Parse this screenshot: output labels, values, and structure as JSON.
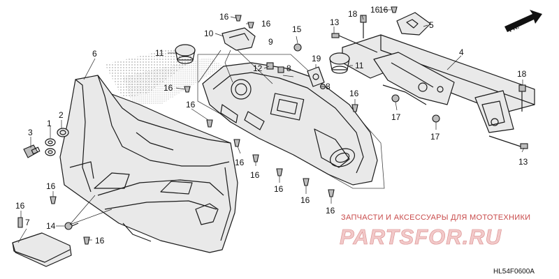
{
  "callouts": [
    {
      "label": "1"
    },
    {
      "label": "2"
    },
    {
      "label": "3"
    },
    {
      "label": "4"
    },
    {
      "label": "5"
    },
    {
      "label": "6"
    },
    {
      "label": "7"
    },
    {
      "label": "8"
    },
    {
      "label": "8"
    },
    {
      "label": "9"
    },
    {
      "label": "10"
    },
    {
      "label": "11"
    },
    {
      "label": "11"
    },
    {
      "label": "12"
    },
    {
      "label": "13"
    },
    {
      "label": "13"
    },
    {
      "label": "14"
    },
    {
      "label": "15"
    },
    {
      "label": "16"
    },
    {
      "label": "16"
    },
    {
      "label": "16"
    },
    {
      "label": "16"
    },
    {
      "label": "16"
    },
    {
      "label": "16"
    },
    {
      "label": "16"
    },
    {
      "label": "16"
    },
    {
      "label": "16"
    },
    {
      "label": "16"
    },
    {
      "label": "16"
    },
    {
      "label": "16"
    },
    {
      "label": "16"
    },
    {
      "label": "16"
    },
    {
      "label": "16"
    },
    {
      "label": "17"
    },
    {
      "label": "17"
    },
    {
      "label": "18"
    },
    {
      "label": "18"
    },
    {
      "label": "19"
    }
  ],
  "orientation_marker": "FR.",
  "watermark": {
    "caption": "ЗАПЧАСТИ И АКСЕССУАРЫ ДЛЯ МОТОТЕХНИКИ",
    "brand": "PARTSFOR.RU"
  },
  "diagram_code": "HL54F0600A",
  "colors": {
    "line": "#1a1a1a",
    "part_fill": "#e9e9e9",
    "watermark": "#c84a4a"
  }
}
